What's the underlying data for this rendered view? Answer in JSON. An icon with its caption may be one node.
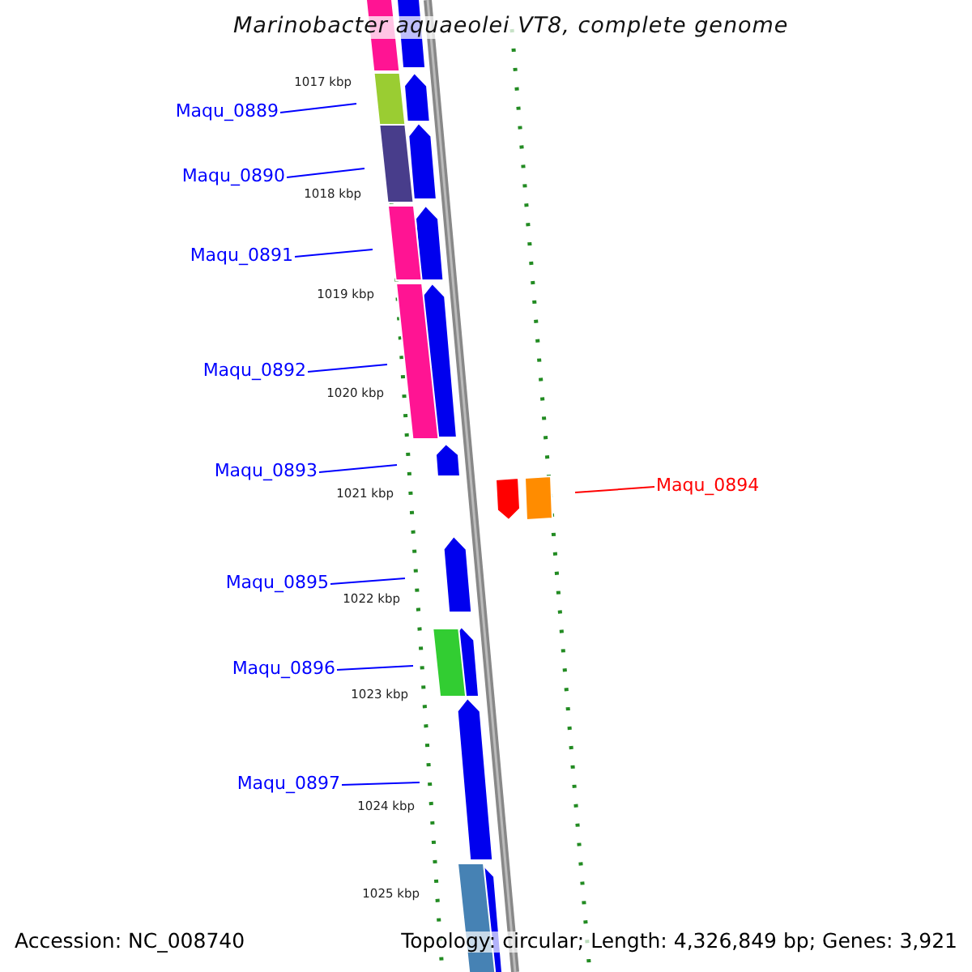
{
  "diagram": {
    "title": "Marinobacter aquaeolei VT8, complete genome",
    "nodes": [
      {
        "text": [
          "Maqu_0889"
        ]
      },
      {
        "text": [
          "Maqu_0890"
        ]
      },
      {
        "text": [
          "Maqu_0891"
        ]
      },
      {
        "text": [
          "Maqu_0892"
        ]
      },
      {
        "text": [
          "Maqu_0893"
        ]
      },
      {
        "text": [
          "Maqu_0894"
        ]
      },
      {
        "text": [
          "Maqu_0895"
        ]
      },
      {
        "text": [
          "Maqu_0896"
        ]
      },
      {
        "text": [
          "Maqu_0897"
        ]
      }
    ],
    "edges": [
      {
        "from": 0,
        "to": null,
        "arrow": "none"
      },
      {
        "from": 1,
        "to": null,
        "arrow": "none"
      },
      {
        "from": 2,
        "to": null,
        "arrow": "none"
      },
      {
        "from": 3,
        "to": null,
        "arrow": "none"
      },
      {
        "from": 4,
        "to": null,
        "arrow": "none"
      },
      {
        "from": 5,
        "to": null,
        "arrow": "none",
        "color": "#ff0000"
      },
      {
        "from": 6,
        "to": null,
        "arrow": "none"
      },
      {
        "from": 7,
        "to": null,
        "arrow": "none"
      },
      {
        "from": 8,
        "to": null,
        "arrow": "none"
      }
    ],
    "labels": [
      "1017 kbp",
      "1018 kbp",
      "1019 kbp",
      "1020 kbp",
      "1021 kbp",
      "1022 kbp",
      "1023 kbp",
      "1024 kbp",
      "1025 kbp",
      "Accession: NC_008740",
      "Topology: circular; Length: 4,326,849 bp; Genes: 3,921"
    ]
  }
}
